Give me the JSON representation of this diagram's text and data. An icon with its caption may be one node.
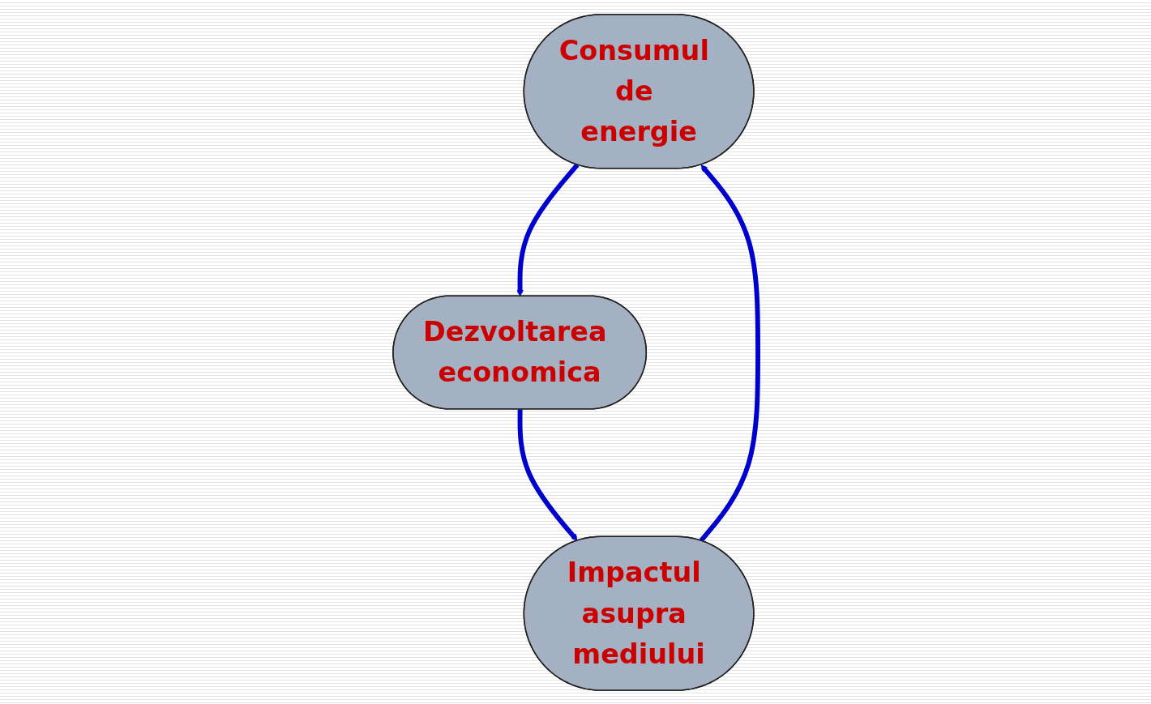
{
  "diagram": {
    "nodes": [
      {
        "text": [
          "Consumul de energie"
        ]
      },
      {
        "text": [
          "Dezvoltarea economica"
        ]
      },
      {
        "text": [
          "Impactul asupra mediului"
        ]
      }
    ],
    "edges": [
      {
        "from": 0,
        "to": 1,
        "arrow": "to"
      },
      {
        "from": 1,
        "to": 2,
        "arrow": "to"
      },
      {
        "from": 2,
        "to": 0,
        "arrow": "to"
      }
    ]
  }
}
